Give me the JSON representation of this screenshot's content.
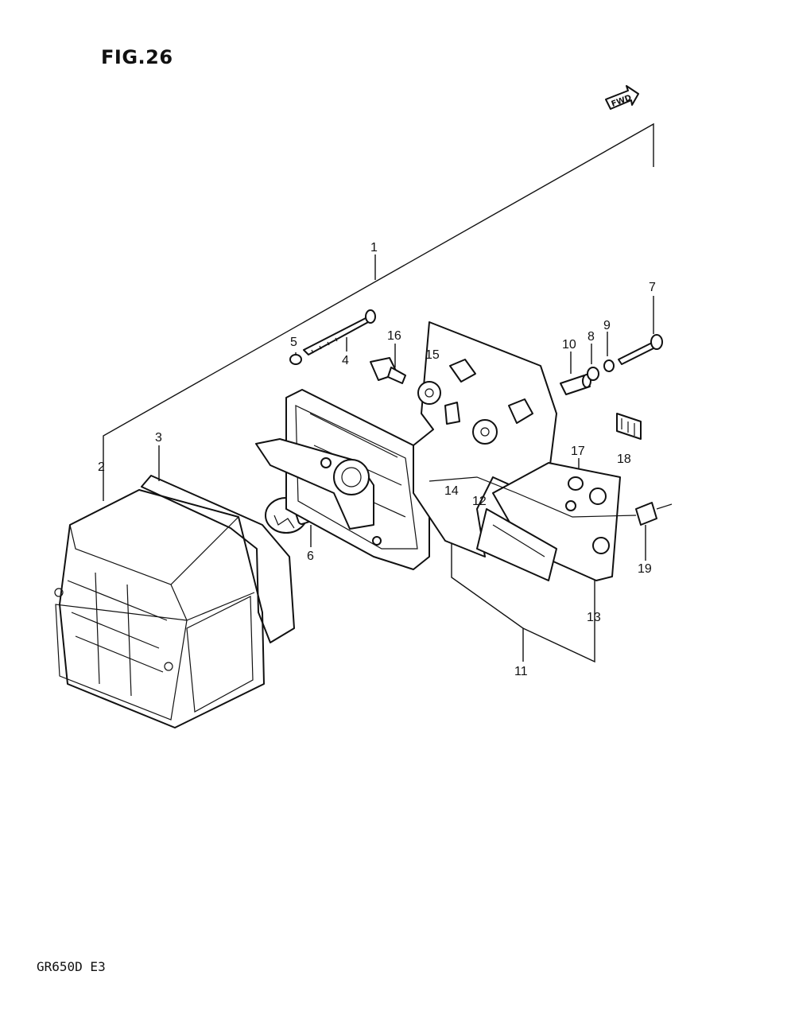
{
  "figure": {
    "title": "FIG.26",
    "model": "GR650D E3",
    "direction_badge": "FWD"
  },
  "callouts": [
    "1",
    "2",
    "3",
    "4",
    "5",
    "6",
    "7",
    "8",
    "9",
    "10",
    "11",
    "12",
    "13",
    "14",
    "15",
    "16",
    "17",
    "18",
    "19"
  ],
  "icons": {
    "direction": "fwd-arrow-icon"
  }
}
